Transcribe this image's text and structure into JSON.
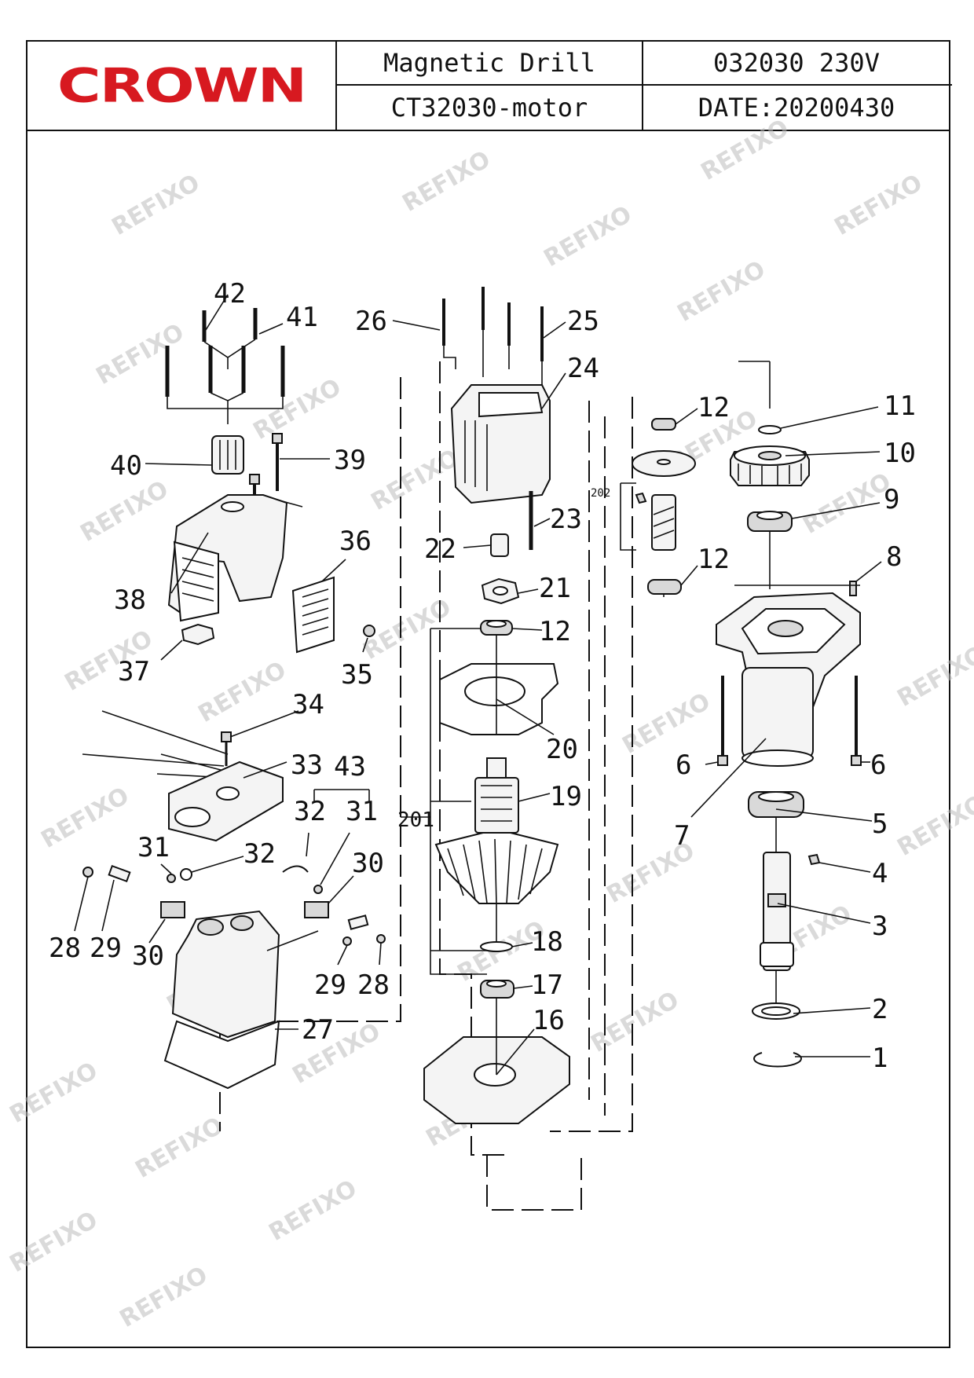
{
  "brand": {
    "name": "CROWN",
    "color": "#d71920"
  },
  "header": {
    "product": "Magnetic Drill",
    "code": "032030 230V",
    "model": "CT32030-motor",
    "date": "DATE:20200430"
  },
  "watermark": "REFIXO",
  "callouts": {
    "p1": "1",
    "p2": "2",
    "p3": "3",
    "p4": "4",
    "p5": "5",
    "p6a": "6",
    "p6b": "6",
    "p7": "7",
    "p8": "8",
    "p9": "9",
    "p10": "10",
    "p11": "11",
    "p12a": "12",
    "p12b": "12",
    "p12c": "12",
    "p16": "16",
    "p17": "17",
    "p18": "18",
    "p19": "19",
    "p20": "20",
    "p21": "21",
    "p22": "22",
    "p23": "23",
    "p24": "24",
    "p25": "25",
    "p26": "26",
    "p27": "27",
    "p28a": "28",
    "p28b": "28",
    "p29a": "29",
    "p29b": "29",
    "p30a": "30",
    "p30b": "30",
    "p31a": "31",
    "p31b": "31",
    "p32a": "32",
    "p32b": "32",
    "p33": "33",
    "p34": "34",
    "p35": "35",
    "p36": "36",
    "p37": "37",
    "p38": "38",
    "p39": "39",
    "p40": "40",
    "p41": "41",
    "p42": "42",
    "p43": "43",
    "p201": "201",
    "p202": "202"
  }
}
